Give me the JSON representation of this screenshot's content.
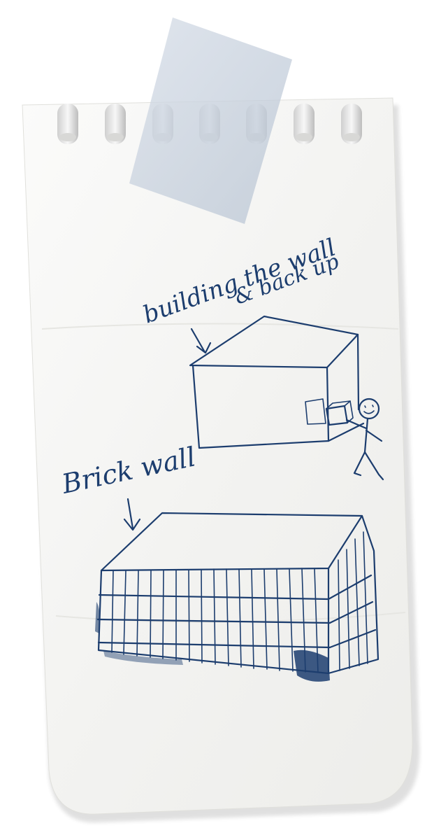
{
  "note": {
    "paper_color": "#f6f6f4",
    "ink_color": "#1c3d6e",
    "tape_color": "#c9d3df"
  },
  "annotations": {
    "top_label_line1": "building the wall",
    "top_label_line2": "& back up",
    "bottom_label": "Brick wall"
  }
}
